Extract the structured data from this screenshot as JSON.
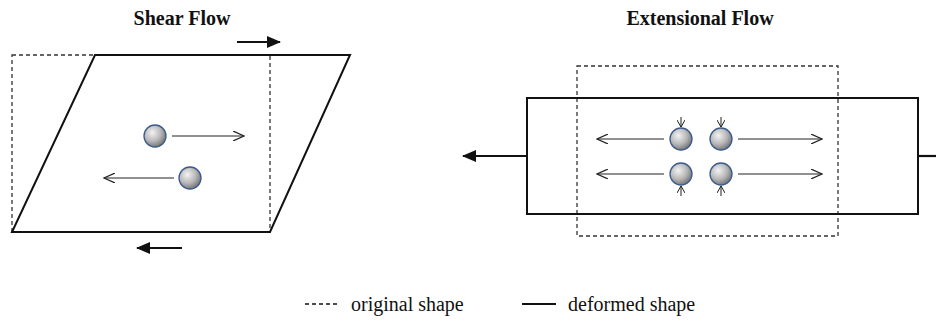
{
  "diagram": {
    "labels": [
      "Shear Flow",
      "Extensional Flow"
    ],
    "legend": [
      {
        "text": "original shape"
      },
      {
        "text": "deformed shape"
      }
    ]
  }
}
